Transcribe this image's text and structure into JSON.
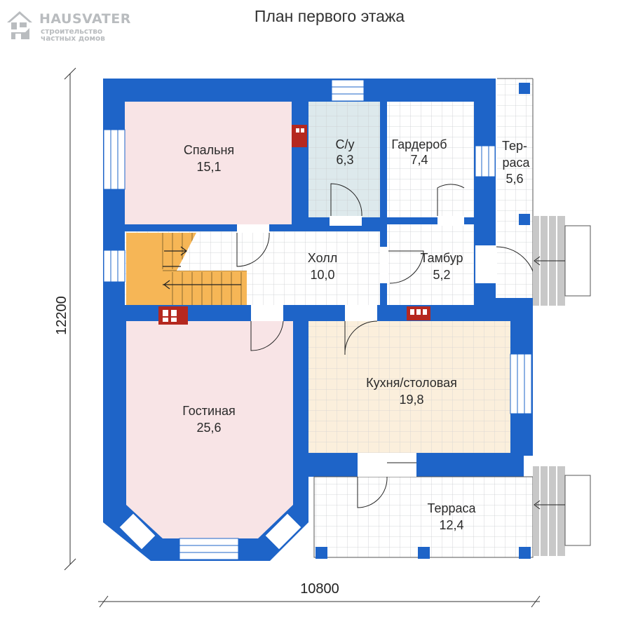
{
  "logo": {
    "brand": "HAUSVATER",
    "tagline_line1": "строительство",
    "tagline_line2": "частных домов"
  },
  "title": "План первого этажа",
  "rooms": {
    "bedroom": {
      "name": "Спальня",
      "area": "15,1"
    },
    "bathroom": {
      "name": "С/у",
      "area": "6,3"
    },
    "wardrobe": {
      "name": "Гардероб",
      "area": "7,4"
    },
    "terrace_small": {
      "name_line1": "Тер-",
      "name_line2": "раса",
      "area": "5,6"
    },
    "hall": {
      "name": "Холл",
      "area": "10,0"
    },
    "vestibule": {
      "name": "Тамбур",
      "area": "5,2"
    },
    "kitchen": {
      "name": "Кухня/столовая",
      "area": "19,8"
    },
    "living": {
      "name": "Гостиная",
      "area": "25,6"
    },
    "terrace_large": {
      "name": "Терраса",
      "area": "12,4"
    }
  },
  "dimensions": {
    "width": "10800",
    "height": "12200"
  },
  "colors": {
    "wall": "#1e64c8",
    "bedroom": "#f8e4e6",
    "bathroom": "#dde9ec",
    "kitchen": "#fbefdc",
    "stairs": "#f6b656",
    "tile": "#ffffff",
    "grid": "#c9ccd0",
    "chimney": "#b5281f",
    "step": "#c8c8c8"
  }
}
